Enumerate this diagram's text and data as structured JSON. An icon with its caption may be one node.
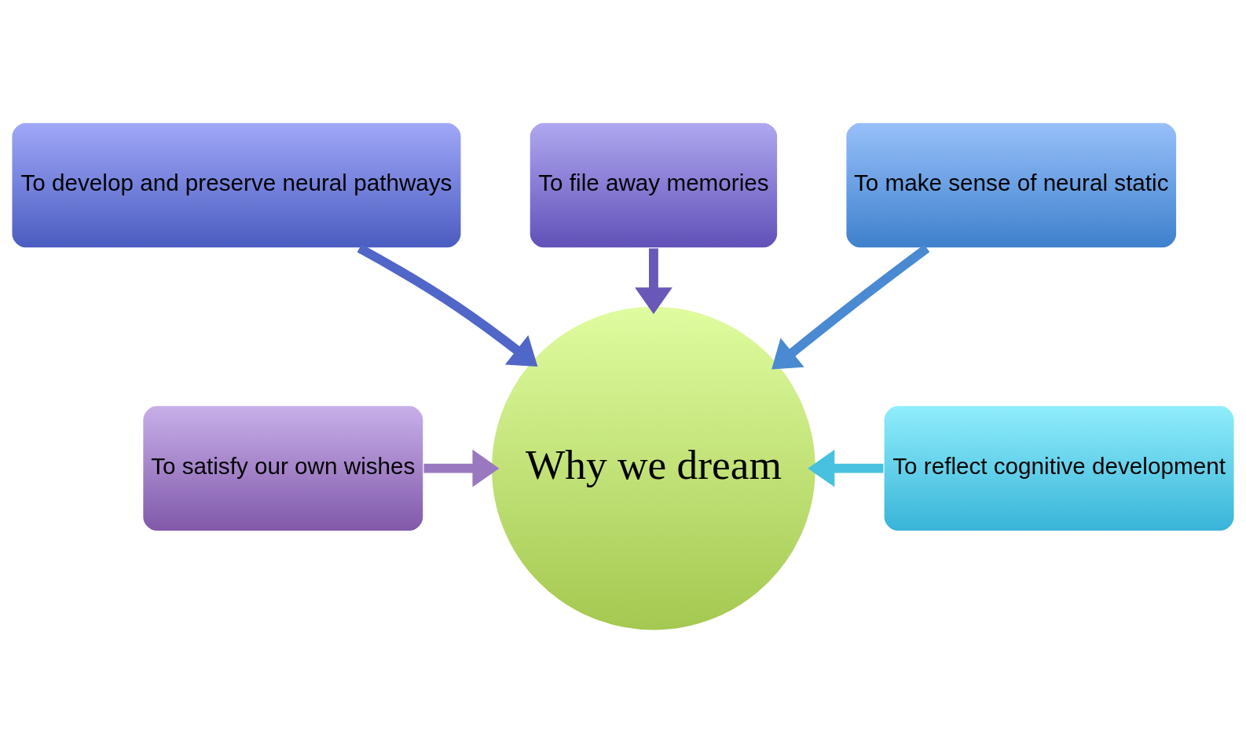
{
  "diagram": {
    "nodes": [
      {
        "text": [
          "To develop and preserve neural pathways"
        ]
      },
      {
        "text": [
          "To file away memories"
        ]
      },
      {
        "text": [
          "To make sense of neural static"
        ]
      },
      {
        "text": [
          "To satisfy our own wishes"
        ]
      },
      {
        "text": [
          "Why we dream"
        ]
      },
      {
        "text": [
          "To reflect cognitive development"
        ]
      }
    ],
    "edges": [
      {
        "from": 0,
        "to": 4,
        "arrow": "to",
        "color": "#5066c8"
      },
      {
        "from": 1,
        "to": 4,
        "arrow": "to",
        "color": "#6a58b8"
      },
      {
        "from": 2,
        "to": 4,
        "arrow": "to",
        "color": "#4a8ad2"
      },
      {
        "from": 3,
        "to": 4,
        "arrow": "to",
        "color": "#9a78c0"
      },
      {
        "from": 5,
        "to": 4,
        "arrow": "to",
        "color": "#48c0e0"
      }
    ]
  }
}
